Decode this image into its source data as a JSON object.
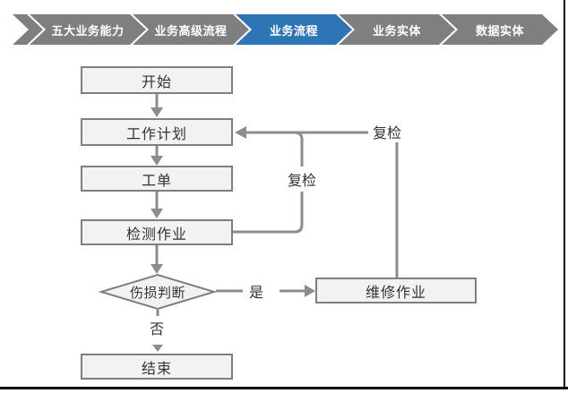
{
  "nav": {
    "steps": [
      {
        "label": "五大业务能力",
        "active": false
      },
      {
        "label": "业务高级流程",
        "active": false
      },
      {
        "label": "业务流程",
        "active": true
      },
      {
        "label": "业务实体",
        "active": false
      },
      {
        "label": "数据实体",
        "active": false
      }
    ],
    "active_color": "#2E75B6",
    "inactive_color": "#7F7F7F"
  },
  "flowchart": {
    "nodes": {
      "start": {
        "label": "开始",
        "shape": "rect"
      },
      "work_plan": {
        "label": "工作计划",
        "shape": "rect"
      },
      "work_order": {
        "label": "工单",
        "shape": "rect"
      },
      "inspection": {
        "label": "检测作业",
        "shape": "rect"
      },
      "damage_decision": {
        "label": "伤损判断",
        "shape": "diamond"
      },
      "repair": {
        "label": "维修作业",
        "shape": "rect"
      },
      "end": {
        "label": "结束",
        "shape": "rect"
      }
    },
    "edge_labels": {
      "recheck_loop": "复检",
      "recheck_repair": "复检",
      "yes": "是",
      "no": "否"
    },
    "colors": {
      "node_fill": "#F2F2F2",
      "node_border": "#7F7F7F",
      "connector": "#8C8C8C",
      "label_text": "#333333",
      "frame_border": "#000000"
    }
  }
}
